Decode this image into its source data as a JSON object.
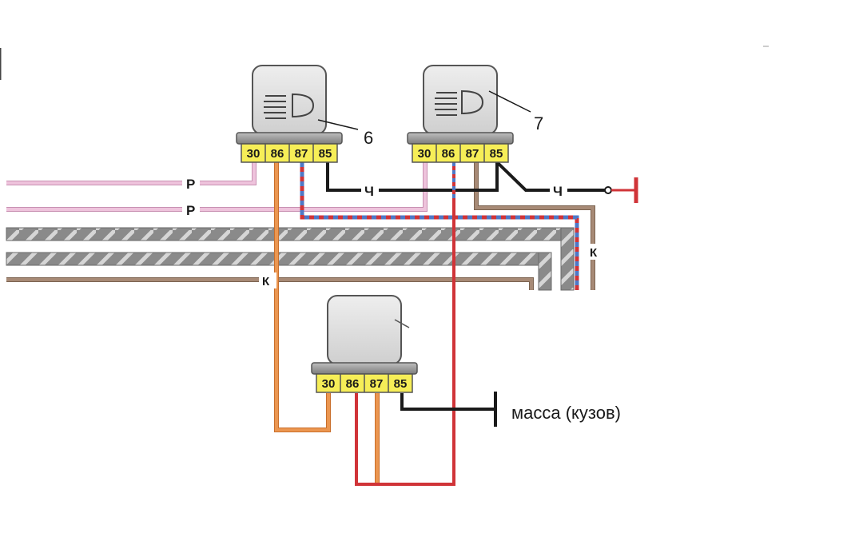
{
  "relays": [
    {
      "id": "relay-6",
      "callout": "6",
      "pins": [
        "30",
        "86",
        "87",
        "85"
      ],
      "icon": "headlight-icon"
    },
    {
      "id": "relay-7",
      "callout": "7",
      "pins": [
        "30",
        "86",
        "87",
        "85"
      ],
      "icon": "headlight-icon"
    },
    {
      "id": "relay-extra",
      "callout": "",
      "pins": [
        "30",
        "86",
        "87",
        "85"
      ],
      "icon": ""
    }
  ],
  "wire_labels": {
    "pink_top": "Р",
    "pink_bottom": "Р",
    "black_mid": "Ч",
    "black_right": "Ч",
    "brown_vertical": "К",
    "brown_bottom": "К"
  },
  "ground_label": "масса (кузов)",
  "colors": {
    "pink": "#e7b4d2",
    "orange": "#eb9650",
    "red": "#d03438",
    "black": "#1a1a1a",
    "brown": "#a78a76",
    "blue_stripe": "#4f78c6",
    "grey_harness": "#8a8a8a",
    "pin_block": "#f6ee57",
    "relay_body": "#e2e2e2"
  }
}
